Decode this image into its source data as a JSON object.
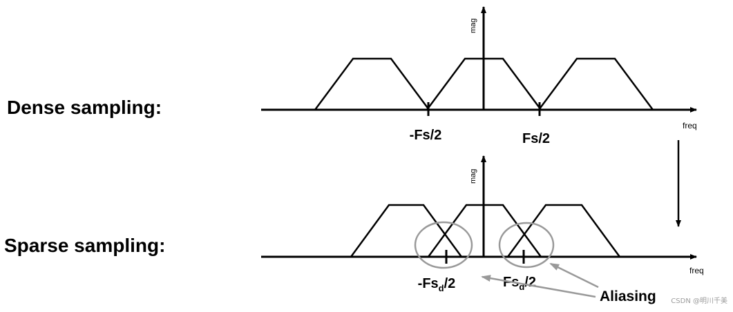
{
  "labels": {
    "dense": "Dense sampling:",
    "sparse": "Sparse sampling:"
  },
  "dense_plot": {
    "y_axis_label": "mag",
    "x_axis_label": "freq",
    "tick_left": "-Fs/2",
    "tick_right": "Fs/2"
  },
  "sparse_plot": {
    "y_axis_label": "mag",
    "x_axis_label": "freq",
    "tick_left_prefix": "-Fs",
    "tick_left_sub": "d",
    "tick_left_suffix": "/2",
    "tick_right_prefix": "Fs",
    "tick_right_sub": "d",
    "tick_right_suffix": "/2"
  },
  "annotation": {
    "text": "Aliasing"
  },
  "watermark": "CSDN @明川千美",
  "colors": {
    "line": "#000000",
    "circle": "#999999",
    "arrow": "#999999"
  }
}
